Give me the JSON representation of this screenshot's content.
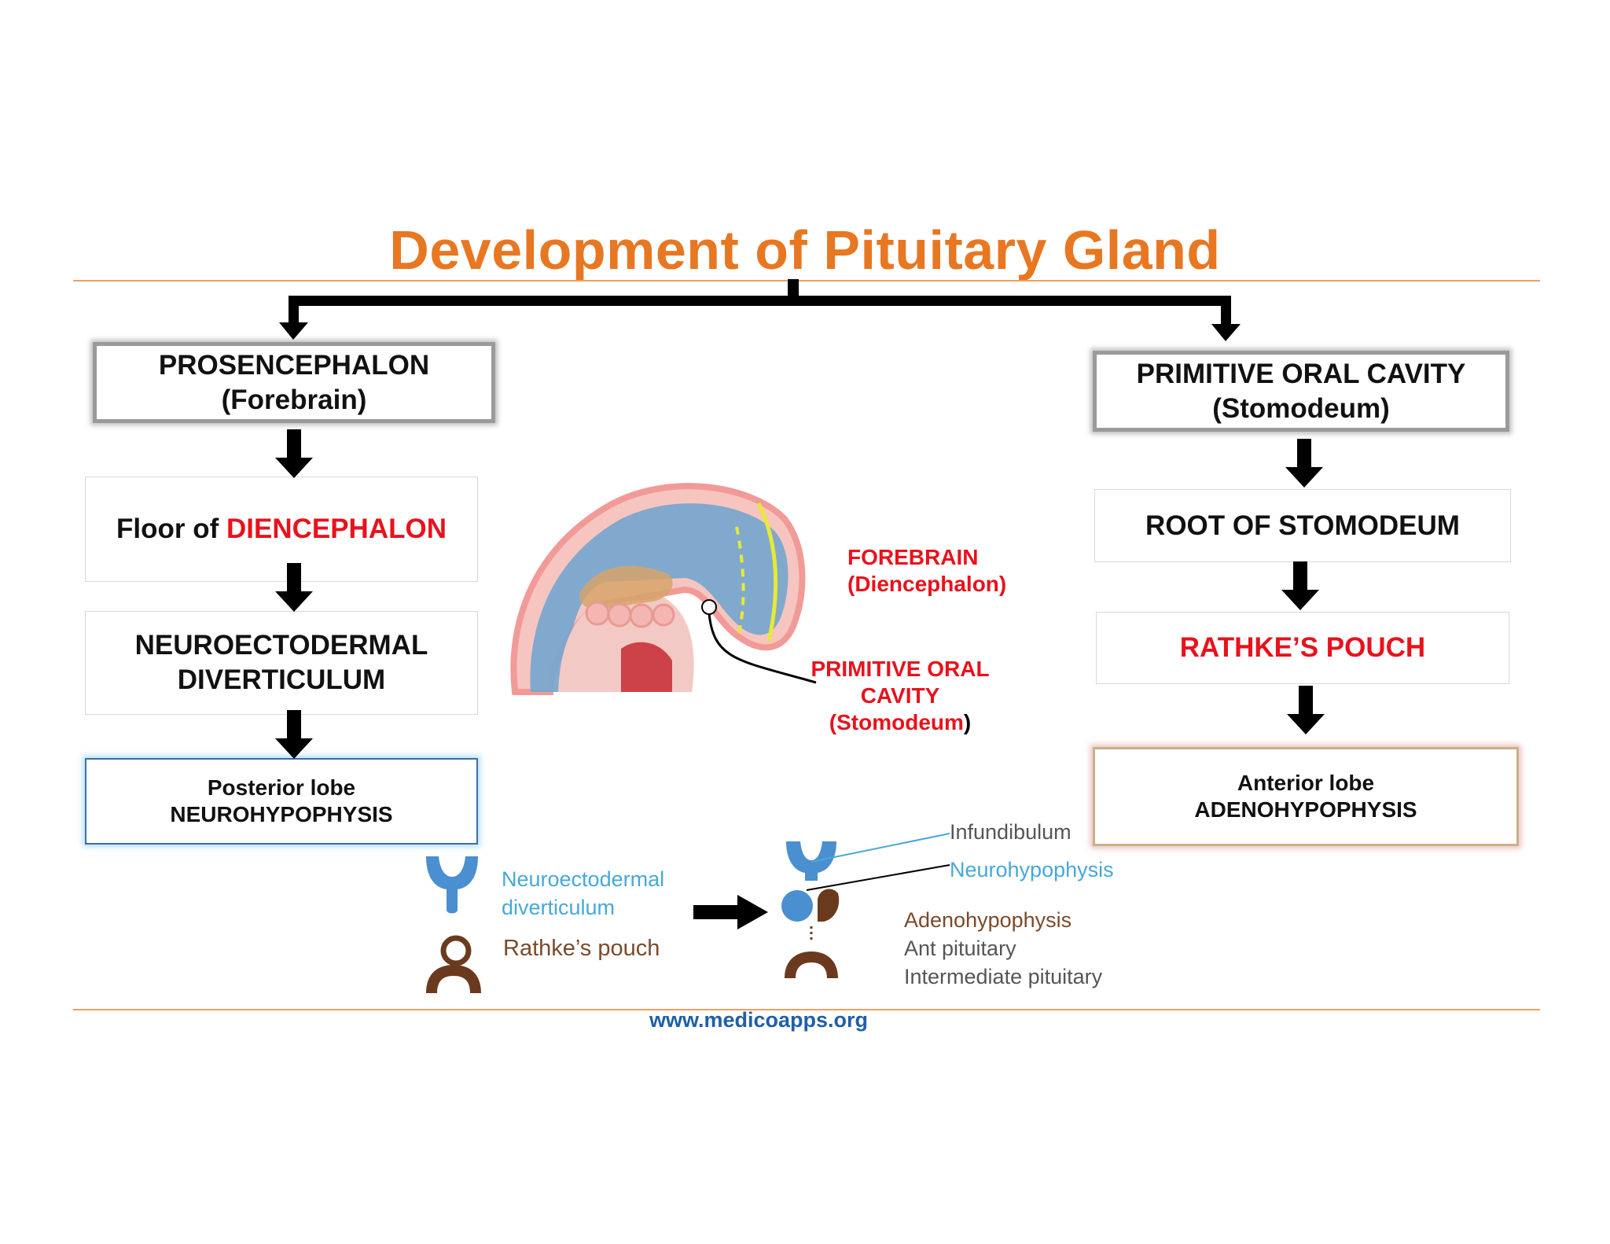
{
  "title": "Development of Pituitary Gland",
  "left": {
    "top_line1": "PROSENCEPHALON",
    "top_line2": "(Forebrain)",
    "step1_prefix": "Floor of ",
    "step1_highlight": "DIENCEPHALON",
    "step2_line1": "NEUROECTODERMAL",
    "step2_line2": "DIVERTICULUM",
    "result_line1": "Posterior lobe",
    "result_line2": "NEUROHYPOPHYSIS"
  },
  "right": {
    "top_line1": "PRIMITIVE ORAL CAVITY",
    "top_line2": "(Stomodeum)",
    "step1": "ROOT OF STOMODEUM",
    "step2": "RATHKE’S POUCH",
    "result_line1": "Anterior lobe",
    "result_line2": "ADENOHYPOPHYSIS"
  },
  "illustration": {
    "forebrain_line1": "FOREBRAIN",
    "forebrain_line2": "(Diencephalon)",
    "oral_line1": "PRIMITIVE ORAL",
    "oral_line2": "CAVITY",
    "oral_line3": "(Stomodeum",
    "oral_line3_end": ")"
  },
  "lower_diagram": {
    "neuro_line1": "Neuroectodermal",
    "neuro_line2": "diverticulum",
    "rathke": "Rathke’s pouch",
    "infundibulum": "Infundibulum",
    "neurohypophysis": "Neurohypophysis",
    "adenohypophysis": "Adenohypophysis",
    "ant_pituitary": "Ant pituitary",
    "intermediate_pituitary": "Intermediate pituitary"
  },
  "footer": "www.medicoapps.org",
  "colors": {
    "title": "#e87722",
    "highlight": "#e8121c",
    "blue_label": "#47a8d8",
    "brown_label": "#7a4a2a",
    "footer": "#1f5fa8"
  }
}
